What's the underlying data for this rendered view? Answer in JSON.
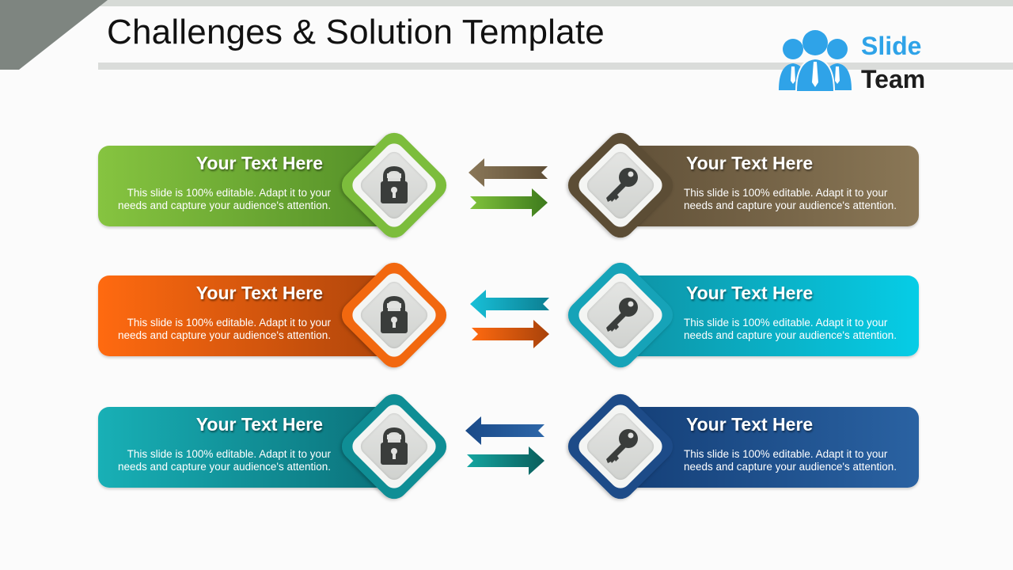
{
  "slide": {
    "title": "Challenges & Solution Template",
    "logo": {
      "line1": "Slide",
      "line2": "Team",
      "icon": "team-people-icon",
      "color": "#2fa3e8"
    }
  },
  "rows": [
    {
      "challenge": {
        "heading": "Your Text Here",
        "line1": "This slide is 100% editable. Adapt it to your",
        "line2": "needs and capture your audience's attention.",
        "icon": "lock-icon",
        "color_start": "#86c440",
        "color_end": "#4f8a25"
      },
      "solution": {
        "heading": "Your Text Here",
        "line1": "This slide is 100% editable. Adapt it to your",
        "line2": "needs and capture your audience's attention.",
        "icon": "key-icon",
        "color_start": "#5e4e36",
        "color_end": "#8a7756"
      },
      "arrows": {
        "left_color": "#6e5e44",
        "right_color": "#6ab235"
      }
    },
    {
      "challenge": {
        "heading": "Your Text Here",
        "line1": "This slide is 100% editable. Adapt it to your",
        "line2": "needs and capture your audience's attention.",
        "icon": "lock-icon",
        "color_start": "#ff6a10",
        "color_end": "#a8420a"
      },
      "solution": {
        "heading": "Your Text Here",
        "line1": "This slide is 100% editable. Adapt it to your",
        "line2": "needs and capture your audience's attention.",
        "icon": "key-icon",
        "color_start": "#0f8ea0",
        "color_end": "#06cde6"
      },
      "arrows": {
        "left_color": "#14b4cc",
        "right_color": "#e65a0c"
      }
    },
    {
      "challenge": {
        "heading": "Your Text Here",
        "line1": "This slide is 100% editable. Adapt it to your",
        "line2": "needs and capture your audience's attention.",
        "icon": "lock-icon",
        "color_start": "#18b0b6",
        "color_end": "#0a6c75"
      },
      "solution": {
        "heading": "Your Text Here",
        "line1": "This slide is 100% editable. Adapt it to your",
        "line2": "needs and capture your audience's attention.",
        "icon": "key-icon",
        "color_start": "#133d75",
        "color_end": "#2a62a2"
      },
      "arrows": {
        "left_color": "#1f5392",
        "right_color": "#13908e"
      }
    }
  ]
}
